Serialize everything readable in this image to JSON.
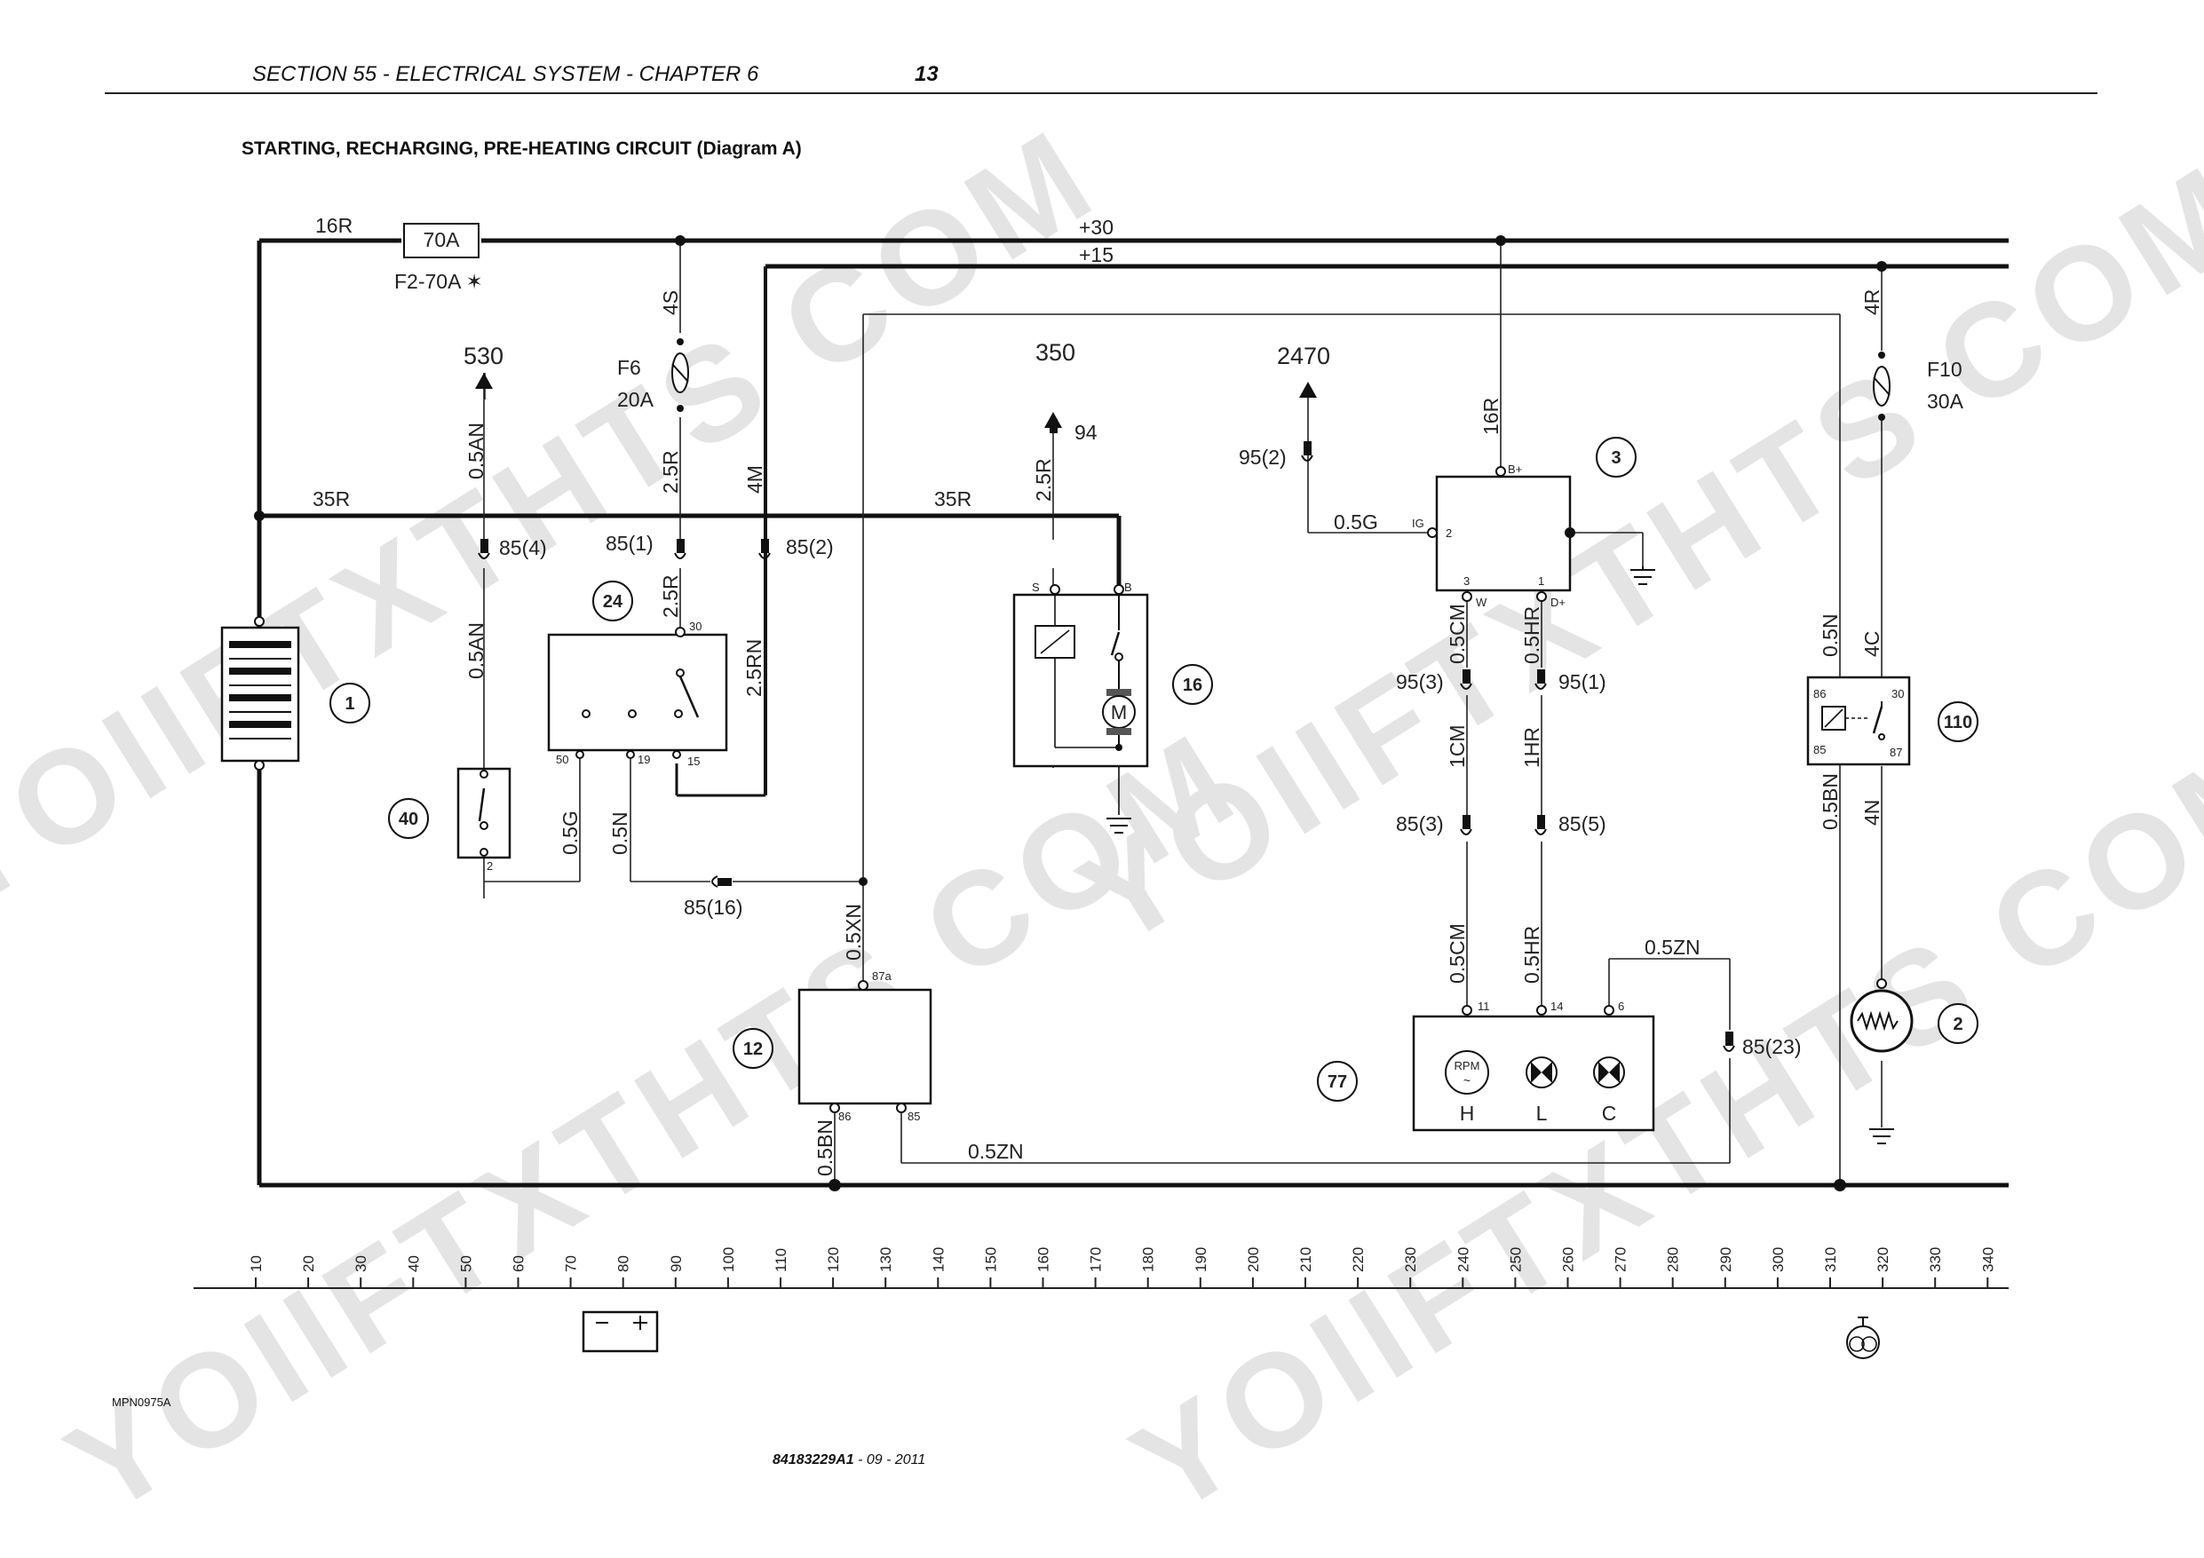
{
  "header": {
    "section": "SECTION 55 - ELECTRICAL SYSTEM - CHAPTER 6",
    "page": "13"
  },
  "diagram_title": "STARTING, RECHARGING, PRE-HEATING CIRCUIT (Diagram A)",
  "ref_code": "MPN0975A",
  "footer": {
    "doc": "84183229A1",
    "date": " - 09 - 2011"
  },
  "watermark": [
    "YOIIFTXTHTS COM",
    "YOIIFTXTHTS COM",
    "YOIIFTXTHTS COM",
    "YOIIFTXTHTS COM"
  ],
  "buses": {
    "plus30": "+30",
    "plus15": "+15",
    "ground": ""
  },
  "fuses": {
    "main": "70A",
    "main_label": "F2-70A ✶",
    "f6": "F6",
    "f6_rating": "20A",
    "f10": "F10",
    "f10_rating": "30A"
  },
  "arrows": {
    "a530": "530",
    "a350": "350",
    "a2470": "2470"
  },
  "wires": {
    "w16r_top": "16R",
    "w35r_left": "35R",
    "w35r_mid": "35R",
    "w4s": "4S",
    "w25r_f6": "2.5R",
    "w4m": "4M",
    "w05an_top": "0.5AN",
    "w05an_low": "0.5AN",
    "w25r_24": "2.5R",
    "w25rn": "2.5RN",
    "w05g_40": "0.5G",
    "w05n": "0.5N",
    "w05xn": "0.5XN",
    "w05bn_12": "0.5BN",
    "w05zn_bot": "0.5ZN",
    "w25r_16": "2.5R",
    "w16r_3": "16R",
    "w05g_3": "0.5G",
    "w05cm_a": "0.5CM",
    "w05hr_a": "0.5HR",
    "w1cm": "1CM",
    "w1hr": "1HR",
    "w05cm_b": "0.5CM",
    "w05hr_b": "0.5HR",
    "w05zn_top": "0.5ZN",
    "w4r": "4R",
    "w05n_110": "0.5N",
    "w4c": "4C",
    "w05bn_110": "0.5BN",
    "w4n": "4N"
  },
  "connectors": {
    "c85_4": "85(4)",
    "c85_1": "85(1)",
    "c85_2": "85(2)",
    "c85_16": "85(16)",
    "c94": "94",
    "c95_2": "95(2)",
    "c95_3": "95(3)",
    "c95_1": "95(1)",
    "c85_3": "85(3)",
    "c85_5": "85(5)",
    "c85_23": "85(23)"
  },
  "components": {
    "battery": "1",
    "alternator": "3",
    "start_switch": "24",
    "starter": "16",
    "relay12": "12",
    "neutral_switch": "40",
    "dash": "77",
    "glow_relay": "110",
    "glow_plug": "2"
  },
  "pins": {
    "p24_30": "30",
    "p24_50": "50",
    "p24_19": "19",
    "p24_15": "15",
    "p40_2": "2",
    "p16_s": "S",
    "p16_b": "B",
    "p16_m": "M",
    "p3_bplus": "B+",
    "p3_ig": "IG",
    "p3_2": "2",
    "p3_3": "3",
    "p3_w": "W",
    "p3_1": "1",
    "p3_dplus": "D+",
    "p12_87a": "87a",
    "p12_86": "86",
    "p12_85": "85",
    "p110_86": "86",
    "p110_30": "30",
    "p110_85": "85",
    "p110_87": "87",
    "p77_11": "11",
    "p77_14": "14",
    "p77_6": "6",
    "rpm": "RPM",
    "lamp_h": "H",
    "lamp_l": "L",
    "lamp_c": "C"
  },
  "axis": {
    "ticks": [
      "10",
      "20",
      "30",
      "40",
      "50",
      "60",
      "70",
      "80",
      "90",
      "100",
      "110",
      "120",
      "130",
      "140",
      "150",
      "160",
      "170",
      "180",
      "190",
      "200",
      "210",
      "220",
      "230",
      "240",
      "250",
      "260",
      "270",
      "280",
      "290",
      "300",
      "310",
      "320",
      "330",
      "340"
    ]
  },
  "legend_icons": [
    "battery-symbol-icon",
    "glow-plug-symbol-icon"
  ]
}
